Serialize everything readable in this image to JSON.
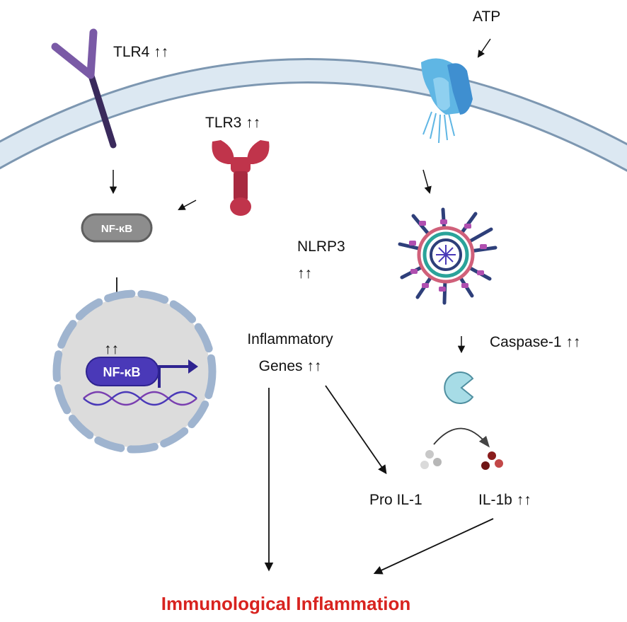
{
  "labels": {
    "tlr4": "TLR4 ↑↑",
    "tlr3": "TLR3 ↑↑",
    "atp": "ATP",
    "nfkb_cytoplasm": "NF-κB",
    "nlrp3_line1": "NLRP3",
    "nlrp3_line2": "↑↑",
    "nfkb_nucleus": "NF-κB",
    "nucleus_arrows": "↑↑",
    "inflammatory_line1": "Inflammatory",
    "inflammatory_line2": "Genes ↑↑",
    "caspase1": "Caspase-1 ↑↑",
    "pro_il1": "Pro IL-1",
    "il1b": "IL-1b ↑↑",
    "outcome": "Immunological Inflammation"
  },
  "colors": {
    "membrane_fill": "#dce8f2",
    "membrane_edge": "#7d97b1",
    "tlr4": "#3a2a5c",
    "tlr4_arms": "#7a5aa6",
    "tlr3": "#c0344b",
    "atp_receptor": "#5fb6e4",
    "nucleus_fill": "#dcdcdc",
    "nucleus_dash": "#9fb4cf",
    "nfkb_nucleus": "#4a39b8",
    "nfkb_cytoplasm": "#8d8d8d",
    "caspase": "#a7dce6",
    "outcome_text": "#d8231f"
  }
}
